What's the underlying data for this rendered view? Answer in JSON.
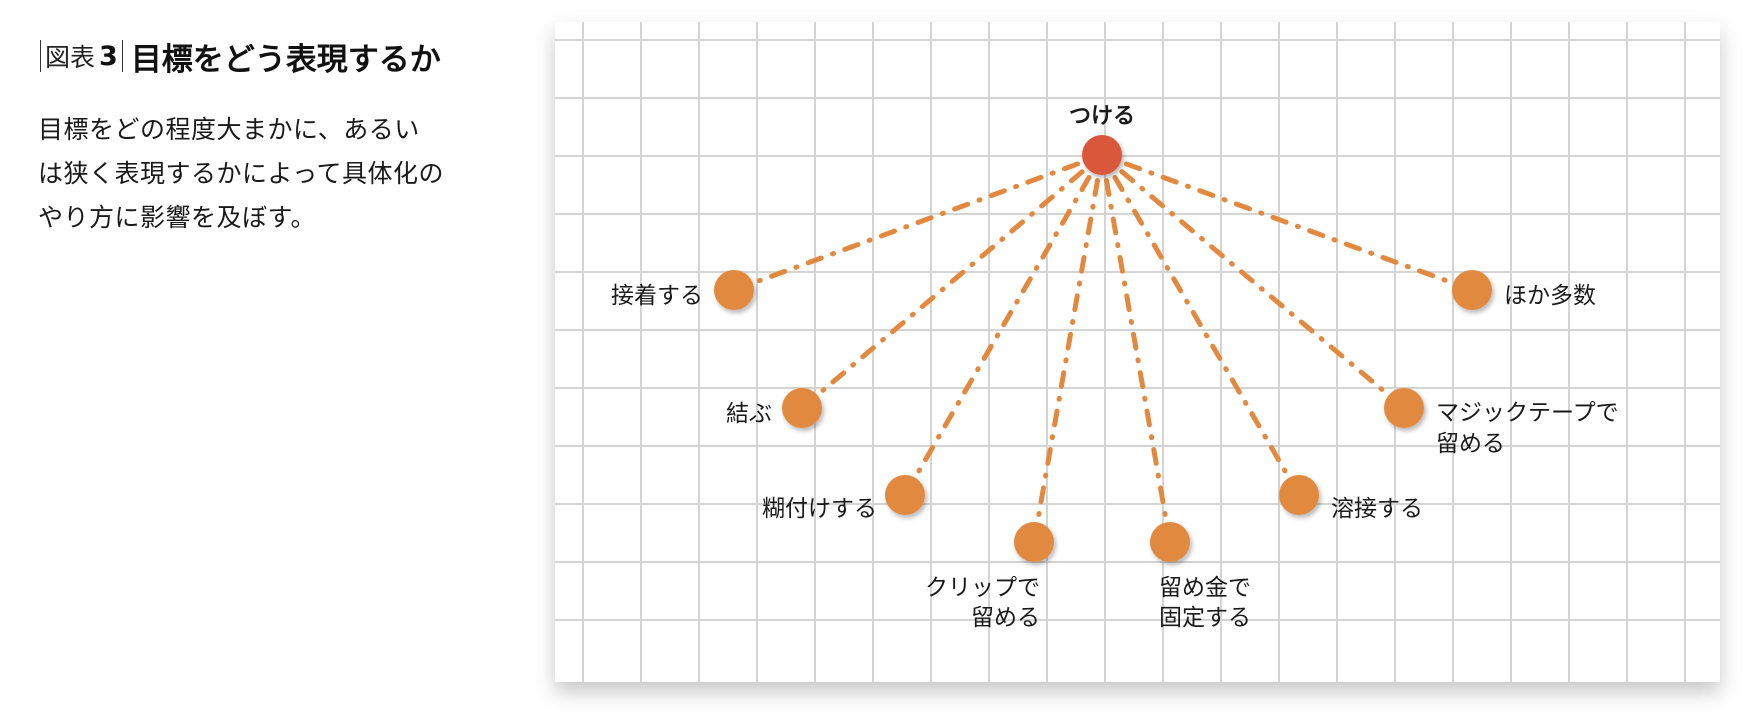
{
  "header": {
    "figure_label": "図表",
    "figure_number": "3",
    "title": "目標をどう表現するか"
  },
  "description": {
    "lines": [
      "目標をどの程度大まかに、あるい",
      "は狭く表現するかによって具体化の",
      "やり方に影響を及ぼす。"
    ]
  },
  "diagram": {
    "root": {
      "id": "root",
      "label": [
        "つける"
      ]
    },
    "children": [
      {
        "id": "glue",
        "label": [
          "接着する"
        ]
      },
      {
        "id": "tie",
        "label": [
          "結ぶ"
        ]
      },
      {
        "id": "paste",
        "label": [
          "糊付けする"
        ]
      },
      {
        "id": "clip",
        "label": [
          "クリップで",
          "留める"
        ]
      },
      {
        "id": "clasp",
        "label": [
          "留め金で",
          "固定する"
        ]
      },
      {
        "id": "weld",
        "label": [
          "溶接する"
        ]
      },
      {
        "id": "velcro",
        "label": [
          "マジックテープで",
          "留める"
        ]
      },
      {
        "id": "many-others",
        "label": [
          "ほか多数"
        ]
      }
    ],
    "colors": {
      "root_node": "#d9583a",
      "child_node": "#e2893f",
      "connector": "#e2893f",
      "grid_line": "#d4d4d4",
      "panel": "#ffffff"
    }
  }
}
